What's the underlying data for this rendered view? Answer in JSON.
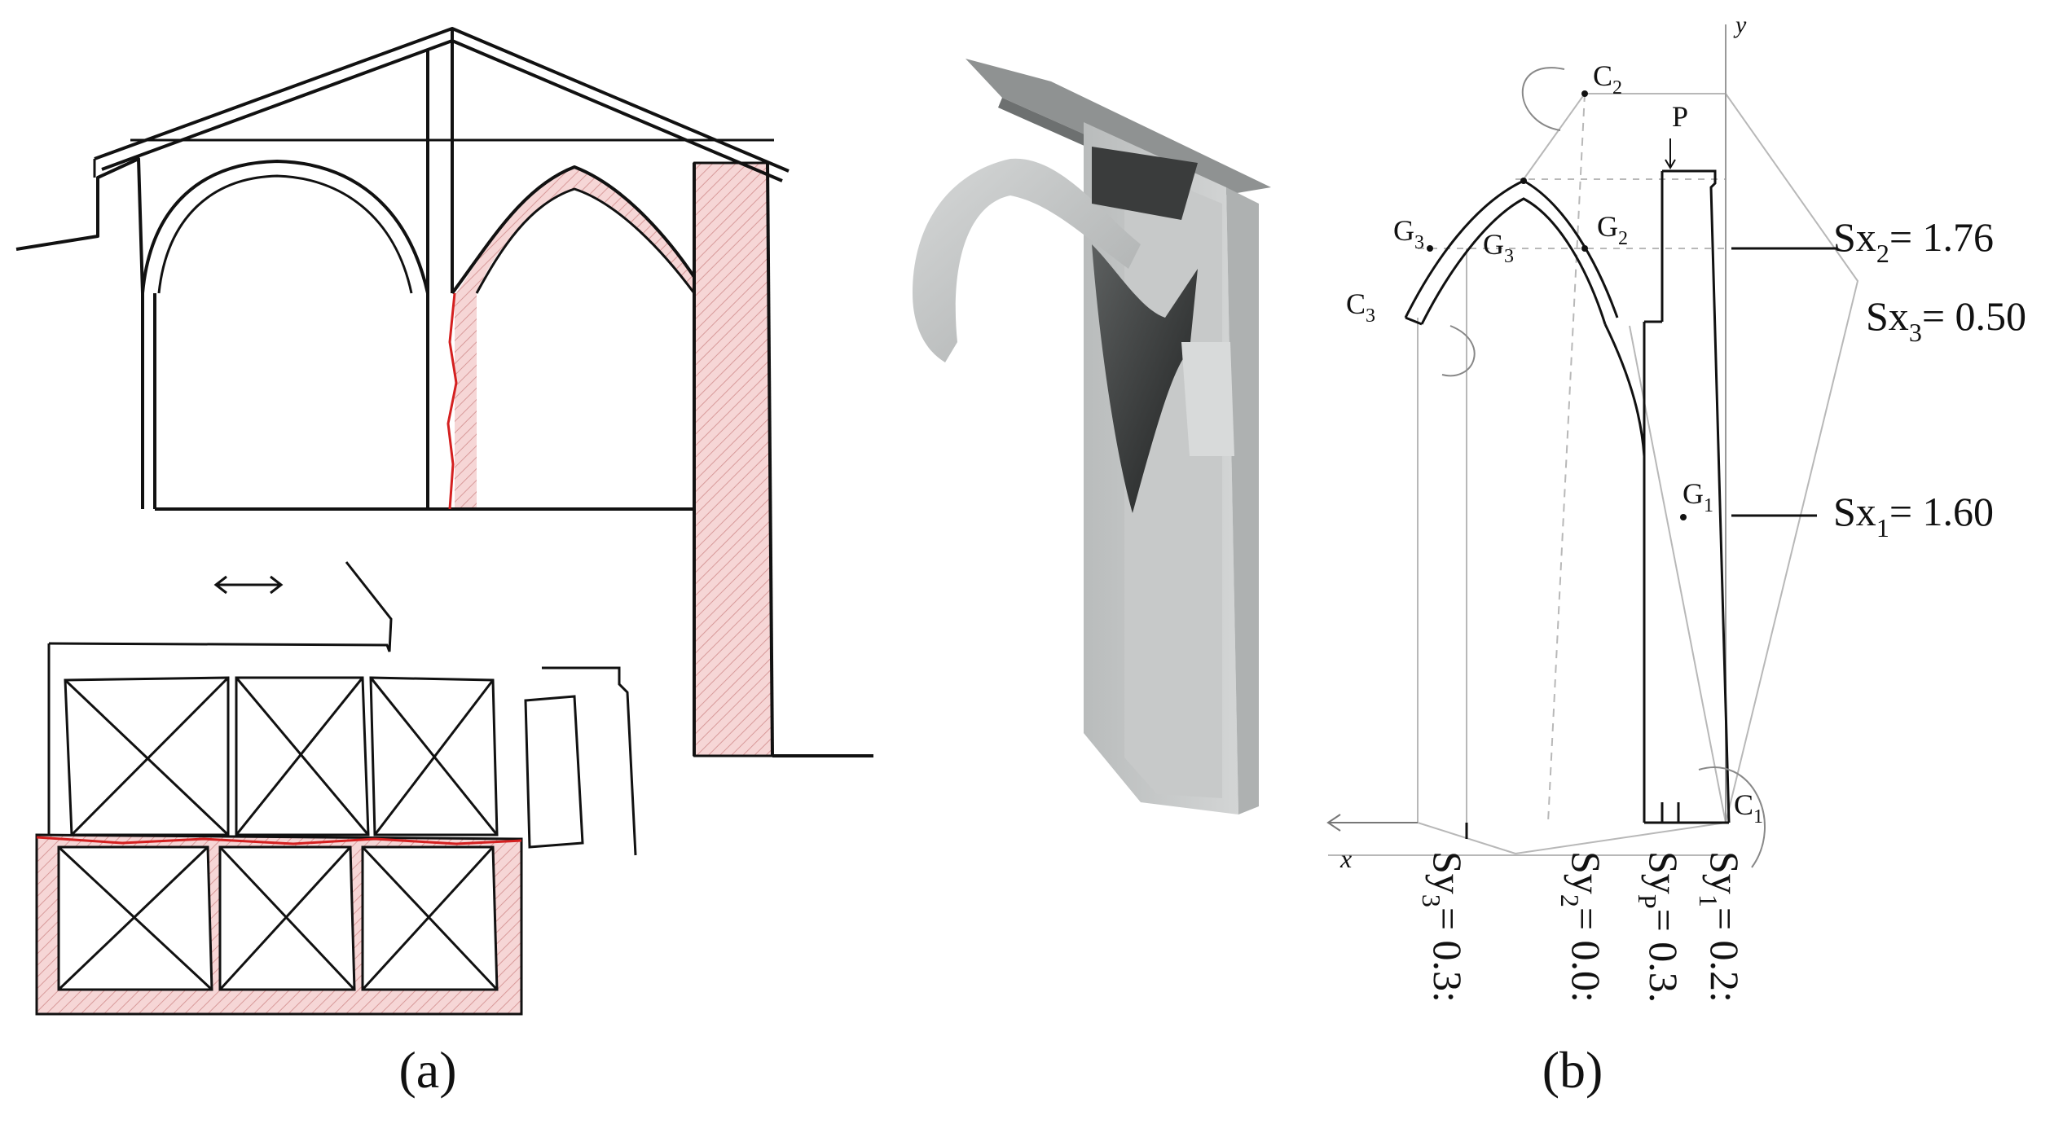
{
  "panel_a": {
    "caption": "(a)"
  },
  "panel_b": {
    "caption": "(b)",
    "points": {
      "c2": "C",
      "c2_sub": "2",
      "c3": "C",
      "c3_sub": "3",
      "c1": "C",
      "c1_sub": "1",
      "g3a": "G",
      "g3a_sub": "3",
      "g3b": "G",
      "g3b_sub": "3",
      "g2": "G",
      "g2_sub": "2",
      "g1": "G",
      "g1_sub": "1",
      "p": "P"
    },
    "axes": {
      "x": "x",
      "y": "y"
    },
    "sx_labels": [
      {
        "base": "Sx",
        "sub": "2",
        "value": "= 1.76"
      },
      {
        "base": "Sx",
        "sub": "3",
        "value": "= 0.50"
      },
      {
        "base": "Sx",
        "sub": "1",
        "value": "= 1.60"
      }
    ],
    "sy_labels": [
      {
        "base": "Sy",
        "sub": "3",
        "value": "= 0.3:"
      },
      {
        "base": "Sy",
        "sub": "2",
        "value": "= 0.0:"
      },
      {
        "base": "Sy",
        "sub": "P",
        "value": "= 0.3."
      },
      {
        "base": "Sy",
        "sub": "1",
        "value": "= 0.2:"
      }
    ]
  },
  "colors": {
    "line": "#111111",
    "hatch_fill": "#f6d6d6",
    "hatch_line": "#d89a9a",
    "crack": "#d42020",
    "model_light": "#c9cbcb",
    "model_mid": "#9ea1a1",
    "model_dark": "#3a3c3c",
    "construction": "#b8b8b8"
  }
}
